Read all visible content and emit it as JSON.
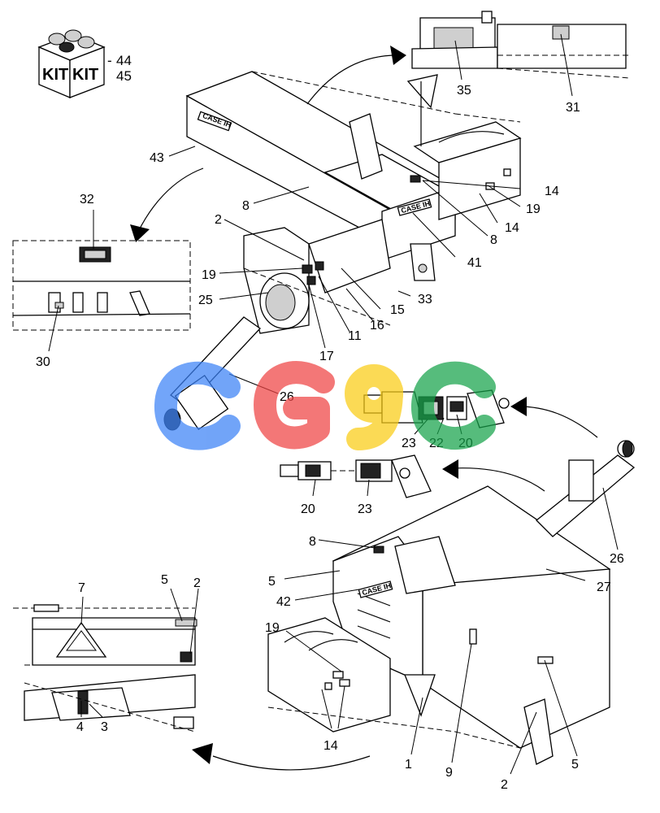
{
  "kit": {
    "box_text_1": "KIT",
    "box_text_2": "KIT",
    "dash": "-",
    "ref_1": "44",
    "ref_2": "45"
  },
  "callouts": {
    "c35": "35",
    "c31": "31",
    "c43": "43",
    "c8a": "8",
    "c14a": "14",
    "c19a": "19",
    "c14b": "14",
    "c8b": "8",
    "c41": "41",
    "c32": "32",
    "c2a": "2",
    "c19b": "19",
    "c33": "33",
    "c15": "15",
    "c25": "25",
    "c16": "16",
    "c11": "11",
    "c17": "17",
    "c30": "30",
    "c26a": "26",
    "c23a": "23",
    "c22": "22",
    "c20a": "20",
    "c20b": "20",
    "c23b": "23",
    "c8c": "8",
    "c26b": "26",
    "c5a": "5",
    "c27": "27",
    "c42": "42",
    "c7": "7",
    "c5b": "5",
    "c2b": "2",
    "c19c": "19",
    "c4": "4",
    "c3": "3",
    "c14c": "14",
    "c1": "1",
    "c9": "9",
    "c2c": "2",
    "c5c": "5"
  },
  "decals": {
    "brand_text": "CASE IH"
  },
  "watermark": {
    "colors": [
      "#3b82f6",
      "#ef4444",
      "#facc15",
      "#16a34a"
    ]
  }
}
